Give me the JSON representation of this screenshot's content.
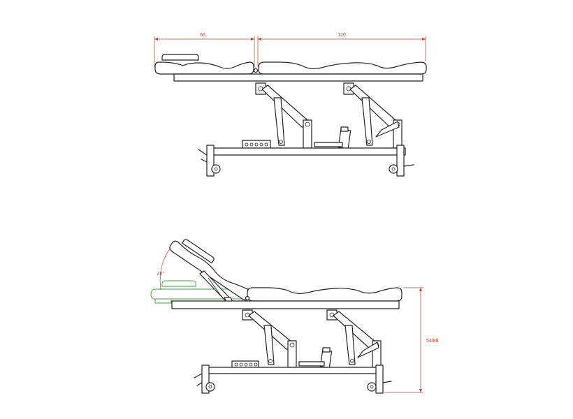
{
  "dimensions": {
    "head_length": "66",
    "body_length": "120",
    "backrest_angle": "45°",
    "height_range": "54/88"
  },
  "colors": {
    "dimension": "#c0392b",
    "outline": "#222222",
    "alt_position": "#3aa53a"
  }
}
